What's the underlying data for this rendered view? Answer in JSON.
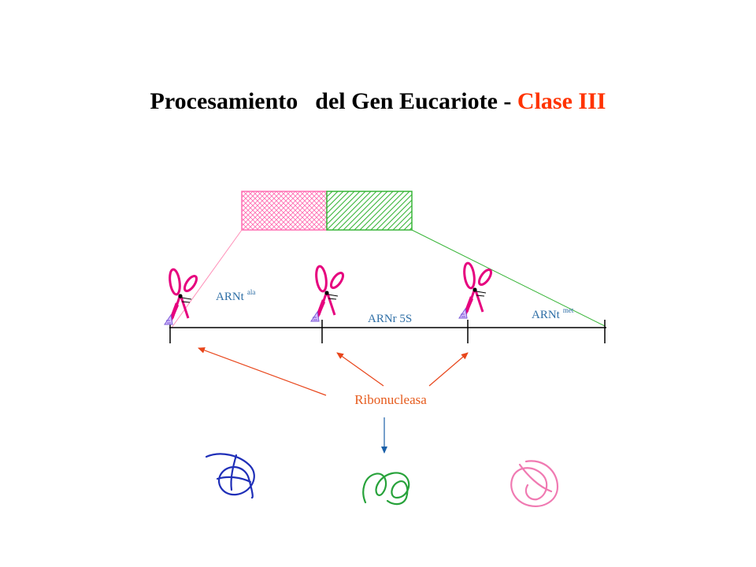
{
  "title": {
    "part1": "Procesamiento",
    "part2": "del Gen Eucariote -",
    "part3": "Clase III"
  },
  "labels": {
    "trna_ala": "ARNt",
    "trna_ala_sup": "ala",
    "rrna_5s": "ARNr 5S",
    "trna_met": "ARNt",
    "trna_met_sup": "met",
    "enzyme": "Ribonucleasa"
  },
  "colors": {
    "title": "#000000",
    "title_accent": "#ff3300",
    "label_blue": "#2f6fa6",
    "enzyme": "#e65c1e",
    "arrow_red": "#e8451a",
    "arrow_blue": "#1a5fa8",
    "scissors": "#e6007e",
    "pink_block": "#ff6fb3",
    "green_block": "#39b539",
    "coil_blue": "#1f2fb8",
    "coil_green": "#27a23a",
    "coil_pink": "#f07ab2"
  },
  "icons": [
    "scissors-icon",
    "rna-coil-icon"
  ]
}
